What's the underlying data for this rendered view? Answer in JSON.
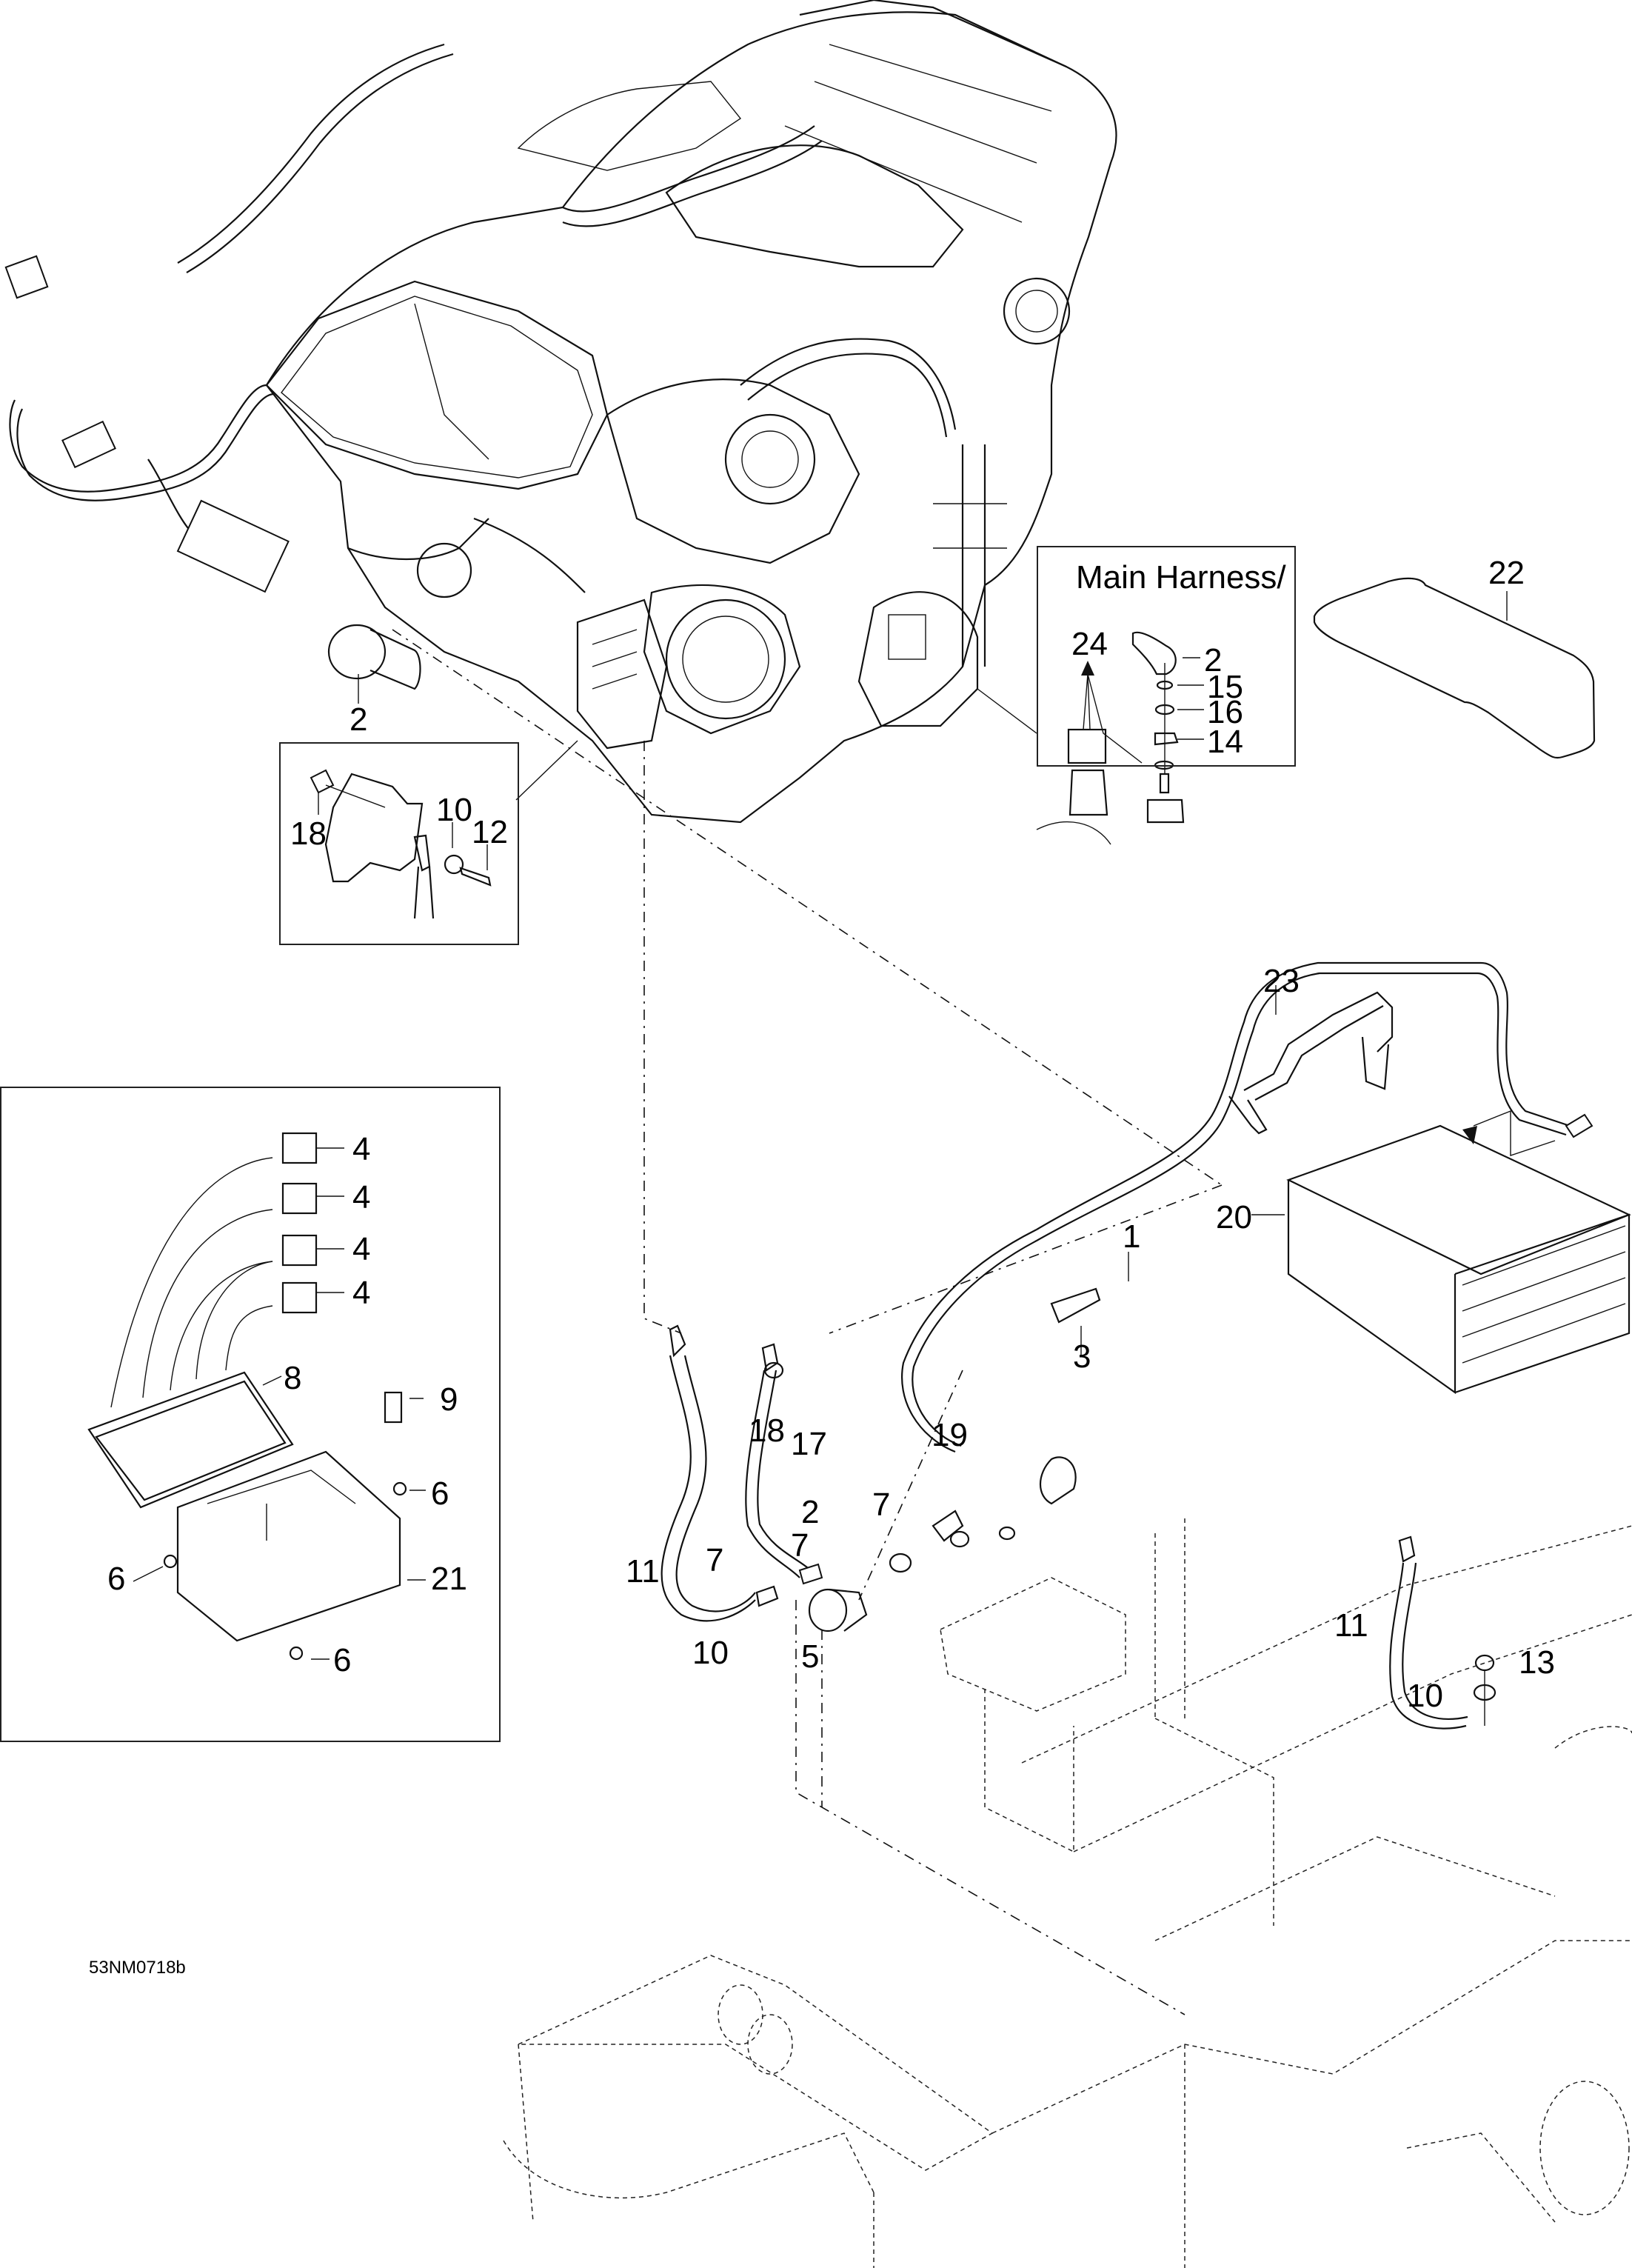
{
  "diagram": {
    "reference_code": "53NM0718b",
    "inset_main_harness": {
      "title": "Main Harness/",
      "callouts": [
        "24",
        "2",
        "15",
        "16",
        "14"
      ]
    },
    "inset_starter": {
      "callouts": [
        "18",
        "10",
        "12"
      ]
    },
    "inset_fuse_box": {
      "callouts": [
        "4",
        "4",
        "4",
        "4",
        "8",
        "9",
        "6",
        "6",
        "21",
        "6"
      ]
    },
    "callouts": {
      "c2_top": "2",
      "c22": "22",
      "c23": "23",
      "c20": "20",
      "c1": "1",
      "c3": "3",
      "c18": "18",
      "c17": "17",
      "c19": "19",
      "c11_left": "11",
      "c7_a": "7",
      "c7_b": "7",
      "c7_c": "7",
      "c2_mid": "2",
      "c10_mid": "10",
      "c5": "5",
      "c11_right": "11",
      "c13": "13",
      "c10_right": "10"
    }
  }
}
